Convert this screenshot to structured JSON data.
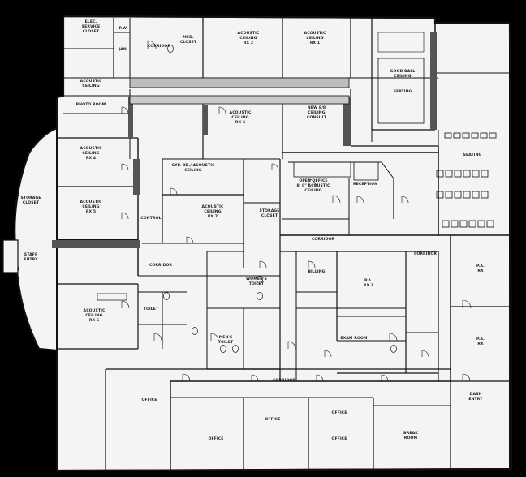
{
  "plan": {
    "background_color": "#000000",
    "paper_color": "#f4f4f2",
    "line_color": "#111111",
    "rooms": [
      {
        "id": "elec-closet",
        "label": [
          "ELEC.",
          "SERVICE",
          "CLOSET"
        ]
      },
      {
        "id": "pw",
        "label": [
          "P.W."
        ]
      },
      {
        "id": "jan",
        "label": [
          "JAN."
        ]
      },
      {
        "id": "corridor-top",
        "label": [
          "CORRIDOR"
        ]
      },
      {
        "id": "med-closet",
        "label": [
          "MED.",
          "CLOSET"
        ]
      },
      {
        "id": "acoustic-rx2",
        "label": [
          "ACOUSTIC",
          "CEILING",
          "RX 2"
        ]
      },
      {
        "id": "acoustic-rx1",
        "label": [
          "ACOUSTIC",
          "CEILING",
          "RX 1"
        ]
      },
      {
        "id": "gyp-bd",
        "label": [
          "GOOD BALL",
          "CEILING"
        ]
      },
      {
        "id": "seating-top",
        "label": [
          "SEATING"
        ]
      },
      {
        "id": "acoustic-photo",
        "label": [
          "ACOUSTIC",
          "CEILING"
        ]
      },
      {
        "id": "photo-room",
        "label": [
          "PHOTO ROOM"
        ]
      },
      {
        "id": "acoustic-rx3",
        "label": [
          "ACOUSTIC",
          "CEILING",
          "RX 3"
        ]
      },
      {
        "id": "new-consult",
        "label": [
          "NEW 8/8",
          "CEILING",
          "CONSULT"
        ]
      },
      {
        "id": "acoustic-rx4",
        "label": [
          "ACOUSTIC",
          "CEILING",
          "RX 4"
        ]
      },
      {
        "id": "seating-right",
        "label": [
          "SEATING"
        ]
      },
      {
        "id": "storage-closet",
        "label": [
          "STORAGE",
          "CLOSET"
        ]
      },
      {
        "id": "acoustic-rx5",
        "label": [
          "ACOUSTIC",
          "CEILING",
          "RX 5"
        ]
      },
      {
        "id": "gyp-acoustic",
        "label": [
          "GYP. BD./ ACOUSTIC",
          "CEILING"
        ]
      },
      {
        "id": "acoustic-rx7",
        "label": [
          "ACOUSTIC",
          "CEILING",
          "RX 7"
        ]
      },
      {
        "id": "storage-mid",
        "label": [
          "STORAGE",
          "CLOSET"
        ]
      },
      {
        "id": "open-office",
        "label": [
          "OPEN OFFICE",
          "8' 0\" ACOUSTIC",
          "CEILING"
        ]
      },
      {
        "id": "reception",
        "label": [
          "RECEPTION"
        ]
      },
      {
        "id": "control",
        "label": [
          "CONTROL"
        ]
      },
      {
        "id": "corridor-mid",
        "label": [
          "CORRIDOR"
        ]
      },
      {
        "id": "corridor-left",
        "label": [
          "CORRIDOR"
        ]
      },
      {
        "id": "corridor-right",
        "label": [
          "CORRIDOR"
        ]
      },
      {
        "id": "staff-entry",
        "label": [
          "STAFF",
          "ENTRY"
        ]
      },
      {
        "id": "billing",
        "label": [
          "BILLING"
        ]
      },
      {
        "id": "pa-rx3",
        "label": [
          "P.A.",
          "RX 3"
        ]
      },
      {
        "id": "pa-rx-right",
        "label": [
          "P.A.",
          "RX"
        ]
      },
      {
        "id": "acoustic-rx6",
        "label": [
          "ACOUSTIC",
          "CEILING",
          "RX 6"
        ]
      },
      {
        "id": "toilet",
        "label": [
          "TOILET"
        ]
      },
      {
        "id": "women-toilet",
        "label": [
          "WOMEN'S",
          "TOILET"
        ]
      },
      {
        "id": "men-toilet",
        "label": [
          "MEN'S",
          "TOILET"
        ]
      },
      {
        "id": "exam-room",
        "label": [
          "EXAM ROOM"
        ]
      },
      {
        "id": "pa-rx-right2",
        "label": [
          "P.A.",
          "RX"
        ]
      },
      {
        "id": "corridor-bottom",
        "label": [
          "CORRIDOR"
        ]
      },
      {
        "id": "office-1",
        "label": [
          "OFFICE"
        ]
      },
      {
        "id": "office-2",
        "label": [
          "OFFICE"
        ]
      },
      {
        "id": "office-3",
        "label": [
          "OFFICE"
        ]
      },
      {
        "id": "office-4",
        "label": [
          "OFFICE"
        ]
      },
      {
        "id": "office-5",
        "label": [
          "OFFICE"
        ]
      },
      {
        "id": "breakroom",
        "label": [
          "BREAK",
          "ROOM"
        ]
      },
      {
        "id": "dash",
        "label": [
          "DASH",
          "ENTRY"
        ]
      }
    ]
  }
}
